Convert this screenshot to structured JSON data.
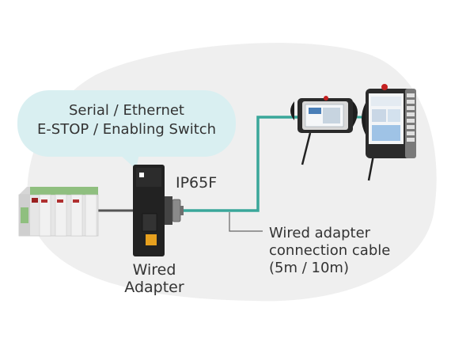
{
  "bubble": {
    "line1": "Serial / Ethernet",
    "line2": "E-STOP / Enabling Switch"
  },
  "labels": {
    "ip_rating": "IP65F",
    "adapter_line1": "Wired",
    "adapter_line2": "Adapter",
    "cable_line1": "Wired adapter",
    "cable_line2": "connection cable",
    "cable_line3": "(5m / 10m)"
  },
  "colors": {
    "background_blob": "#efefef",
    "bubble": "#d9eff1",
    "cable_teal": "#3aa79a",
    "cable_gray": "#555555",
    "pointer_line": "#666666",
    "device_dark": "#222222",
    "plc_green": "#8fbf7f",
    "text": "#333333"
  },
  "icons": {
    "plc": "plc-module-icon",
    "adapter": "wired-adapter-icon",
    "pendant_small": "teach-pendant-landscape-icon",
    "pendant_large": "teach-pendant-portrait-icon"
  }
}
